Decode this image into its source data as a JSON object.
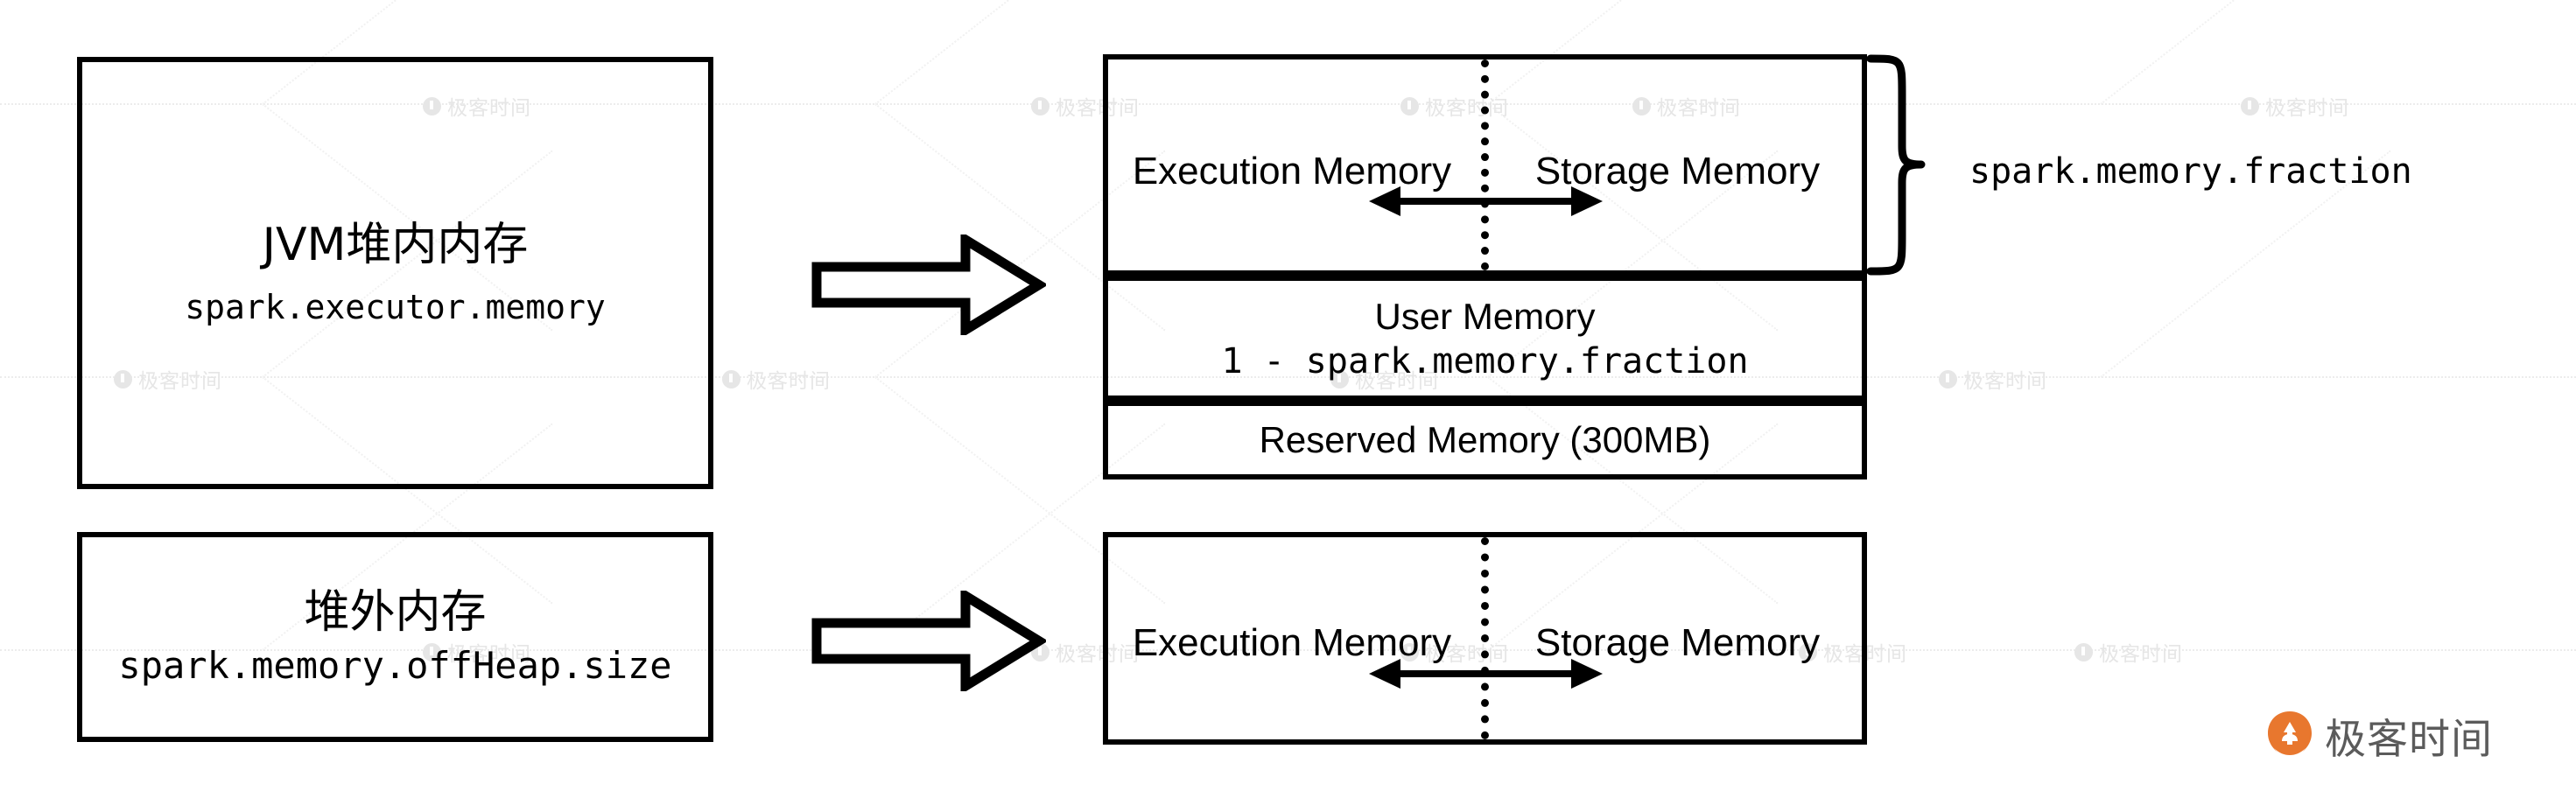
{
  "diagram": {
    "title_semantic": "spark-memory-model-diagram",
    "colors": {
      "stroke": "#000000",
      "background": "#ffffff",
      "watermark": "#e6e6e6",
      "logo_orange": "#e8772e",
      "logo_text": "#5b5b5b"
    }
  },
  "rows": [
    {
      "source_box": {
        "heading": "JVM堆内内存",
        "config": "spark.executor.memory"
      },
      "arrow": "block-arrow-right",
      "target_box": {
        "segments": [
          {
            "left_label": "Execution Memory",
            "right_label": "Storage Memory",
            "divider": "dotted-vertical",
            "resize_arrow": "double-headed-horizontal"
          },
          {
            "label": "User Memory",
            "config": "1 - spark.memory.fraction"
          },
          {
            "label": "Reserved Memory (300MB)"
          }
        ]
      },
      "brace_label": "spark.memory.fraction"
    },
    {
      "source_box": {
        "heading": "堆外内存",
        "config": "spark.memory.offHeap.size"
      },
      "arrow": "block-arrow-right",
      "target_box": {
        "segments": [
          {
            "left_label": "Execution Memory",
            "right_label": "Storage Memory",
            "divider": "dotted-vertical",
            "resize_arrow": "double-headed-horizontal"
          }
        ]
      }
    }
  ],
  "watermark": {
    "text": "极客时间"
  },
  "logo": {
    "text": "极客时间"
  }
}
